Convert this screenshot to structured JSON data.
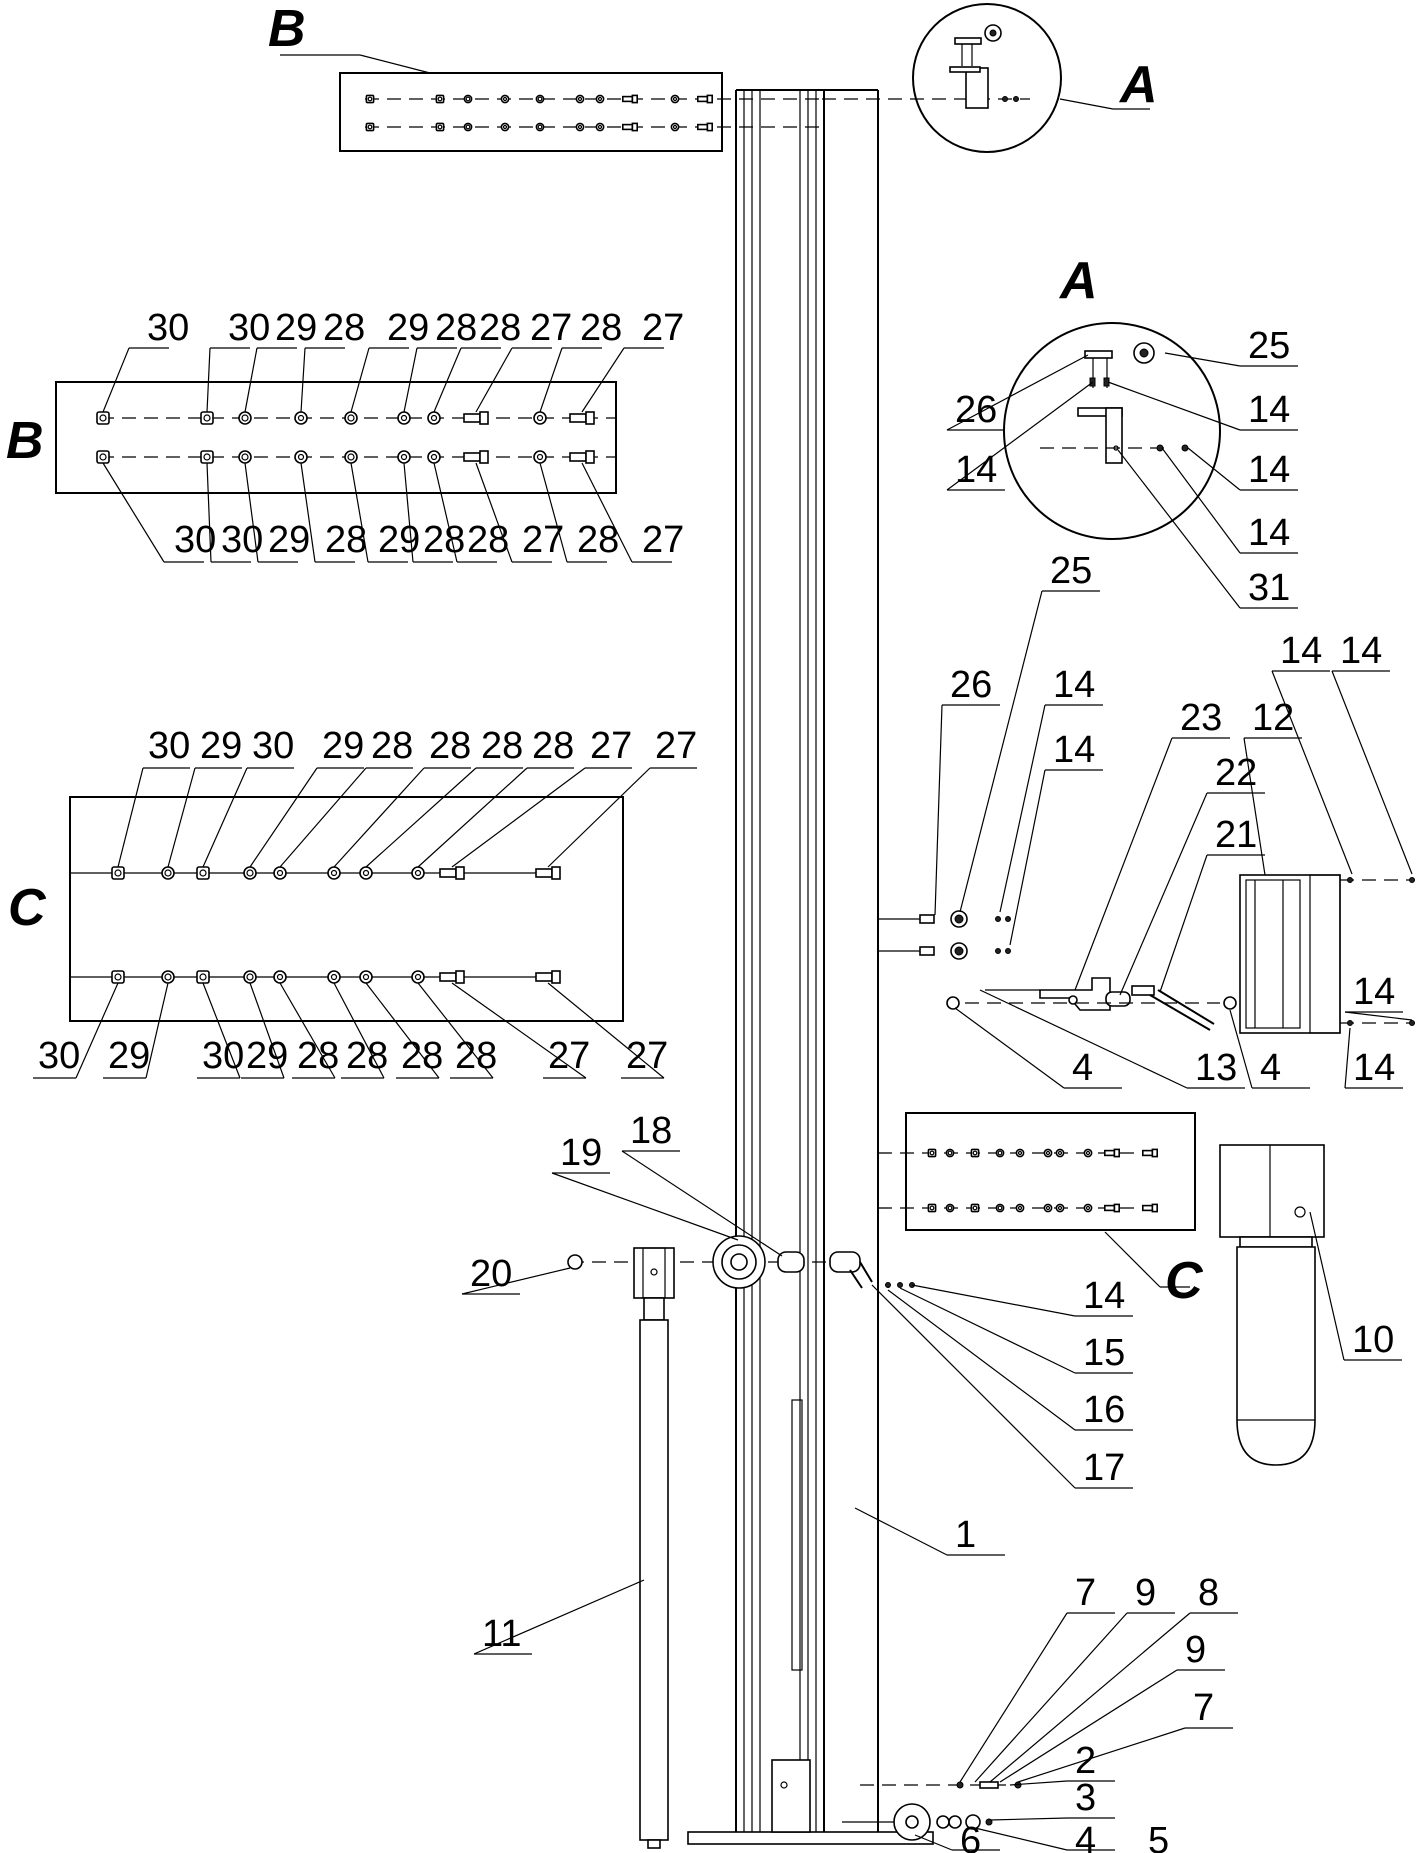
{
  "callouts": {
    "a_top": "A",
    "b_top": "B",
    "a_detail": "A",
    "b_detail": "B",
    "c_detail": "C",
    "c_ref": "C",
    "b_top_row": [
      "30",
      "30",
      "29",
      "28",
      "29",
      "28",
      "28",
      "27",
      "28",
      "27"
    ],
    "b_bottom_row": [
      "30",
      "30",
      "29",
      "28",
      "29",
      "28",
      "28",
      "27",
      "28",
      "27"
    ],
    "c_top_row": [
      "30",
      "29",
      "30",
      "29",
      "28",
      "28",
      "28",
      "28",
      "27",
      "27"
    ],
    "c_bottom_row": [
      "30",
      "29",
      "30",
      "29",
      "28",
      "28",
      "28",
      "28",
      "27",
      "27"
    ],
    "a_detail_labels": [
      "25",
      "26",
      "14",
      "14",
      "14",
      "14",
      "31"
    ],
    "carriage_labels": [
      "25",
      "26",
      "14",
      "14",
      "23",
      "12",
      "22",
      "21",
      "14",
      "14",
      "14",
      "14",
      "4",
      "13",
      "4"
    ],
    "pivot_labels": [
      "19",
      "18",
      "20",
      "14",
      "15",
      "16",
      "17",
      "10",
      "11",
      "1"
    ],
    "base_labels": [
      "7",
      "9",
      "8",
      "9",
      "7",
      "2",
      "3",
      "4",
      "5",
      "6"
    ]
  }
}
